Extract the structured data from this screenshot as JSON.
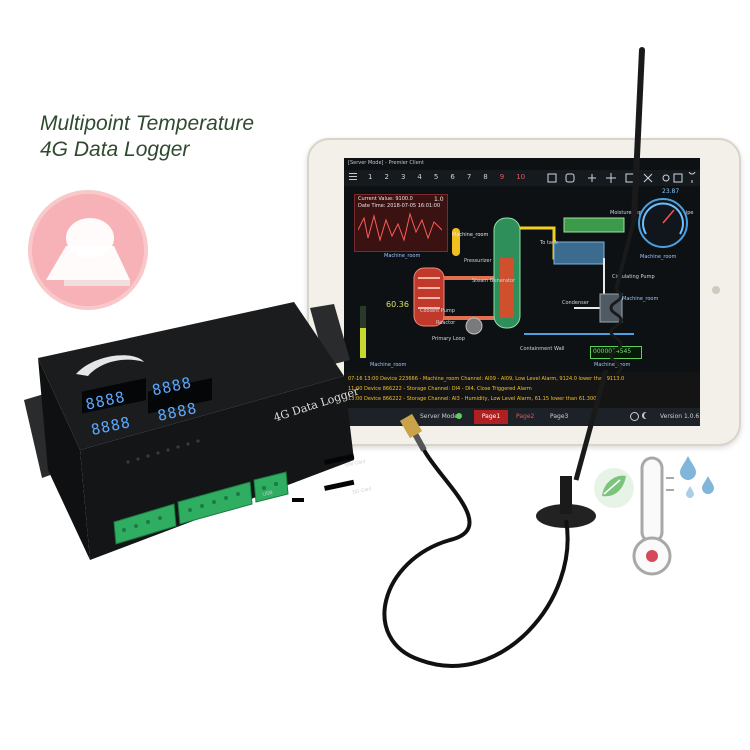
{
  "headline": {
    "line1": "Multipoint Temperature",
    "line2": "4G Data Logger"
  },
  "tablet_app": {
    "window_title": "[Server Mode] - Premier Client",
    "tabs": [
      "1",
      "2",
      "3",
      "4",
      "5",
      "6",
      "7",
      "8",
      "9",
      "10"
    ],
    "current_value_label": "Current Value: 9100.0",
    "date_time_label": "Date Time: 2018-07-05 16:01:00",
    "readout_value": "1.0",
    "chart_caption": "Machine_room",
    "gauge_value": "23.87",
    "gauge_caption": "Machine_room",
    "bar_value": "60.36",
    "bar_caption": "Machine_room",
    "counter_value": "0000034545",
    "counter_caption": "Machine_room",
    "right_panel_caption": "Machine_room",
    "diagram_labels": {
      "pressurizer": "Pressurizer",
      "steam_generator": "Steam Generator",
      "coolant_pump": "Coolant Pump",
      "reactor": "Reactor",
      "primary_loop": "Primary Loop",
      "containment_wall": "Containment Wall",
      "to_tank": "To tank",
      "condenser": "Condenser",
      "moisture_separator": "Moisture separator and heat pipe",
      "circulating_pump": "Circulating Pump",
      "machine_room_center": "Machine_room"
    },
    "alarm_log": [
      "07-16 13:00 Device 223666 - Machine_room Channel: AI09 - AI09, Low Level Alarm, 9124.0 lower than 9113.0",
      "11:00 Device 866222 - Storage Channel: DI4 - DI4, Close Triggered Alarm",
      "13:00 Device 866222 - Storage Channel: AI3 - Humidity, Low Level Alarm, 61.15 lower than 61.300"
    ],
    "status_bar": {
      "server_mode": "Server Mode",
      "page1": "Page1",
      "page2": "Page2",
      "page3": "Page3",
      "version": "Version 1.0.6"
    }
  },
  "device": {
    "panel_label": "4G Data Logger",
    "digit_readouts": [
      "8888",
      "8888",
      "8888",
      "8888"
    ],
    "sim_label": "SIM Card",
    "sd_label": "SD Card",
    "usb_label": "USB"
  },
  "colors": {
    "title_green": "#2f4a2e",
    "device_body": "#1b1c1e",
    "terminal_green": "#2fae62",
    "digit_blue": "#5aa9ff",
    "screen_bg": "#0d1114",
    "warning_pink": "#f4a3a8",
    "leaf_green": "#7cc47c",
    "drop_blue": "#7fb6d9"
  },
  "icons": [
    "warning-bell-icon",
    "thermometer-icon",
    "leaf-icon",
    "water-drop-icon"
  ]
}
